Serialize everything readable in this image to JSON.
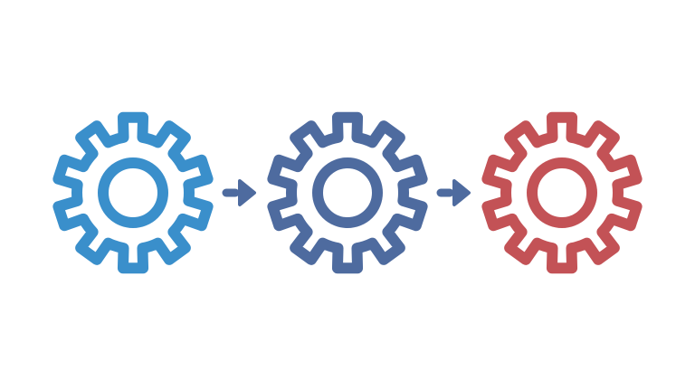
{
  "diagram": {
    "gears": [
      {
        "name": "gear-1",
        "color": "#3a8fcb"
      },
      {
        "name": "gear-2",
        "color": "#4e6b9f"
      },
      {
        "name": "gear-3",
        "color": "#c35256"
      }
    ],
    "arrows": [
      {
        "name": "arrow-1",
        "color": "#4e6b9f"
      },
      {
        "name": "arrow-2",
        "color": "#4e6b9f"
      }
    ]
  }
}
